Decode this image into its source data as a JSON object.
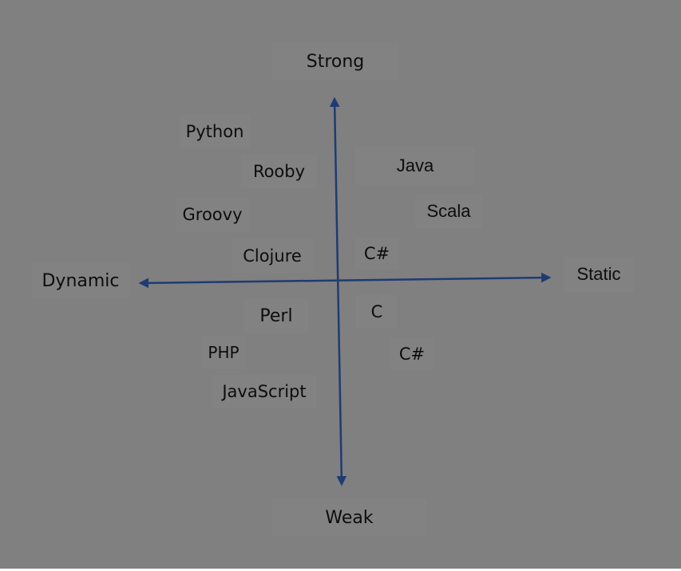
{
  "axes": {
    "top": "Strong",
    "bottom": "Weak",
    "left": "Dynamic",
    "right": "Static"
  },
  "languages": {
    "python": "Python",
    "rooby": "Rooby",
    "groovy": "Groovy",
    "clojure": "Clojure",
    "perl": "Perl",
    "php": "PHP",
    "javascript": "JavaScript",
    "java": "Java",
    "scala": "Scala",
    "csharp_top": "C#",
    "c": "C",
    "csharp_bottom": "C#"
  },
  "colors": {
    "background": "#808080",
    "axis": "#1f3b73",
    "text": "#0d0d0d"
  }
}
